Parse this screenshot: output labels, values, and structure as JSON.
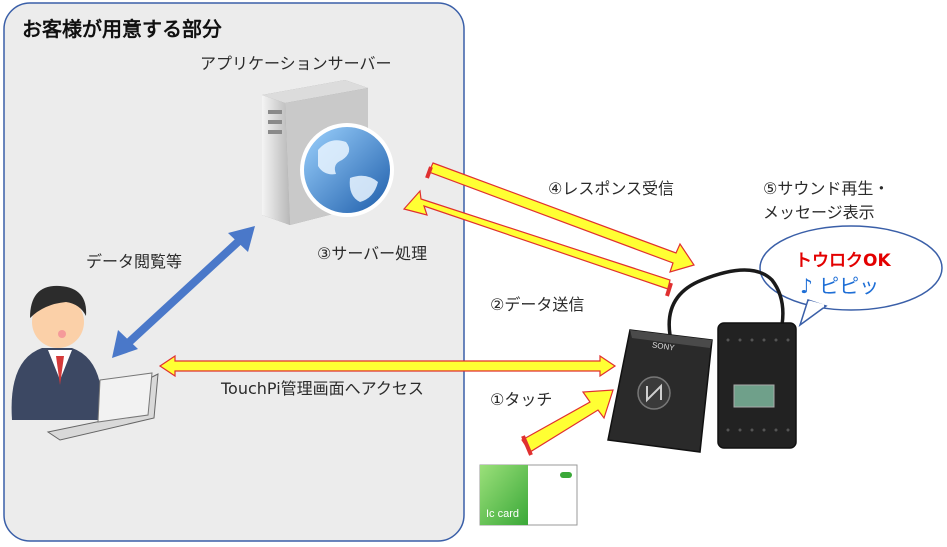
{
  "region": {
    "title": "お客様が用意する部分"
  },
  "nodes": {
    "server_label": "アプリケーションサーバー",
    "card_label": "Ic card",
    "device_brand": "SONY"
  },
  "steps": {
    "touch": "①タッチ",
    "send": "②データ送信",
    "process": "③サーバー処理",
    "response": "④レスポンス受信",
    "output_line1": "⑤サウンド再生・",
    "output_line2": "メッセージ表示"
  },
  "links": {
    "browse": "データ閲覧等",
    "admin": "TouchPi管理画面へアクセス"
  },
  "bubble": {
    "line1": "トウロクOK",
    "line2": "♪ ピピッ"
  },
  "colors": {
    "arrow_fill": "#ffff33",
    "arrow_edge": "#e03030",
    "blue_arrow": "#4a78c9",
    "region_fill": "#ececec",
    "region_border": "#3a5fa8"
  }
}
